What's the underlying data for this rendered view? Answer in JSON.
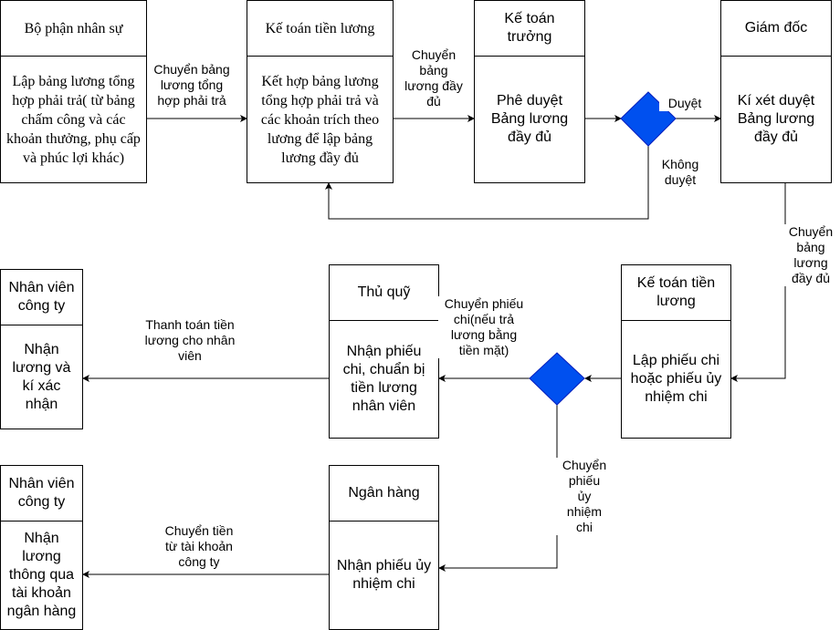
{
  "boxes": {
    "nhansu": {
      "title": "Bộ phận nhân sự",
      "body": "Lập bảng lương tổng hợp phải trả( từ bảng chấm công và các khoản thưởng, phụ cấp và phúc lợi khác)"
    },
    "ketoan1": {
      "title": "Kế toán tiền lương",
      "body": "Kết hợp bảng lương tổng hợp phải trả và các khoản trích theo lương để lập bảng lương đầy đủ"
    },
    "ktt": {
      "title": "Kế toán\ntrưởng",
      "body": "Phê duyệt\nBảng lương\nđầy đủ"
    },
    "giamdoc": {
      "title": "Giám đốc",
      "body": "Kí xét duyệt\nBảng lương\nđầy đủ"
    },
    "ketoan2": {
      "title": "Kế toán tiền\nlương",
      "body": "Lập phiếu chi\nhoặc phiếu ủy\nnhiệm chi"
    },
    "thuquy": {
      "title": "Thủ quỹ",
      "body": "Nhận phiếu\nchi, chuẩn bị\ntiền lương\nnhân viên"
    },
    "nv1": {
      "title": "Nhân viên\ncông ty",
      "body": "Nhận\nlương và\nkí xác\nnhận"
    },
    "nganhang": {
      "title": "Ngân hàng",
      "body": "Nhận phiếu ủy\nnhiệm chi"
    },
    "nv2": {
      "title": "Nhân viên\ncông ty",
      "body": "Nhận\nlương\nthông qua\ntài khoản\nngân hàng"
    }
  },
  "labels": {
    "l1": "Chuyển bảng\nlương tổng\nhợp phải trả",
    "l2": "Chuyển\nbảng\nlương đầy\nđủ",
    "duyet": "Duyệt",
    "khongduyet": "Không\nduyệt",
    "l3": "Chuyển\nbảng\nlương\nđầy đủ",
    "l4": "Chuyển phiếu\nchi(nếu trả\nlương bằng\ntiền mặt)",
    "l5": "Thanh toán tiền\nlương cho nhân\nviên",
    "l6": "Chuyển\nphiếu\nủy\nnhiệm\nchi",
    "l7": "Chuyển tiền\ntừ tài khoản\ncông ty"
  },
  "colors": {
    "decision": "#0050ef",
    "decision_border": "#001dbc",
    "line": "#000000"
  }
}
